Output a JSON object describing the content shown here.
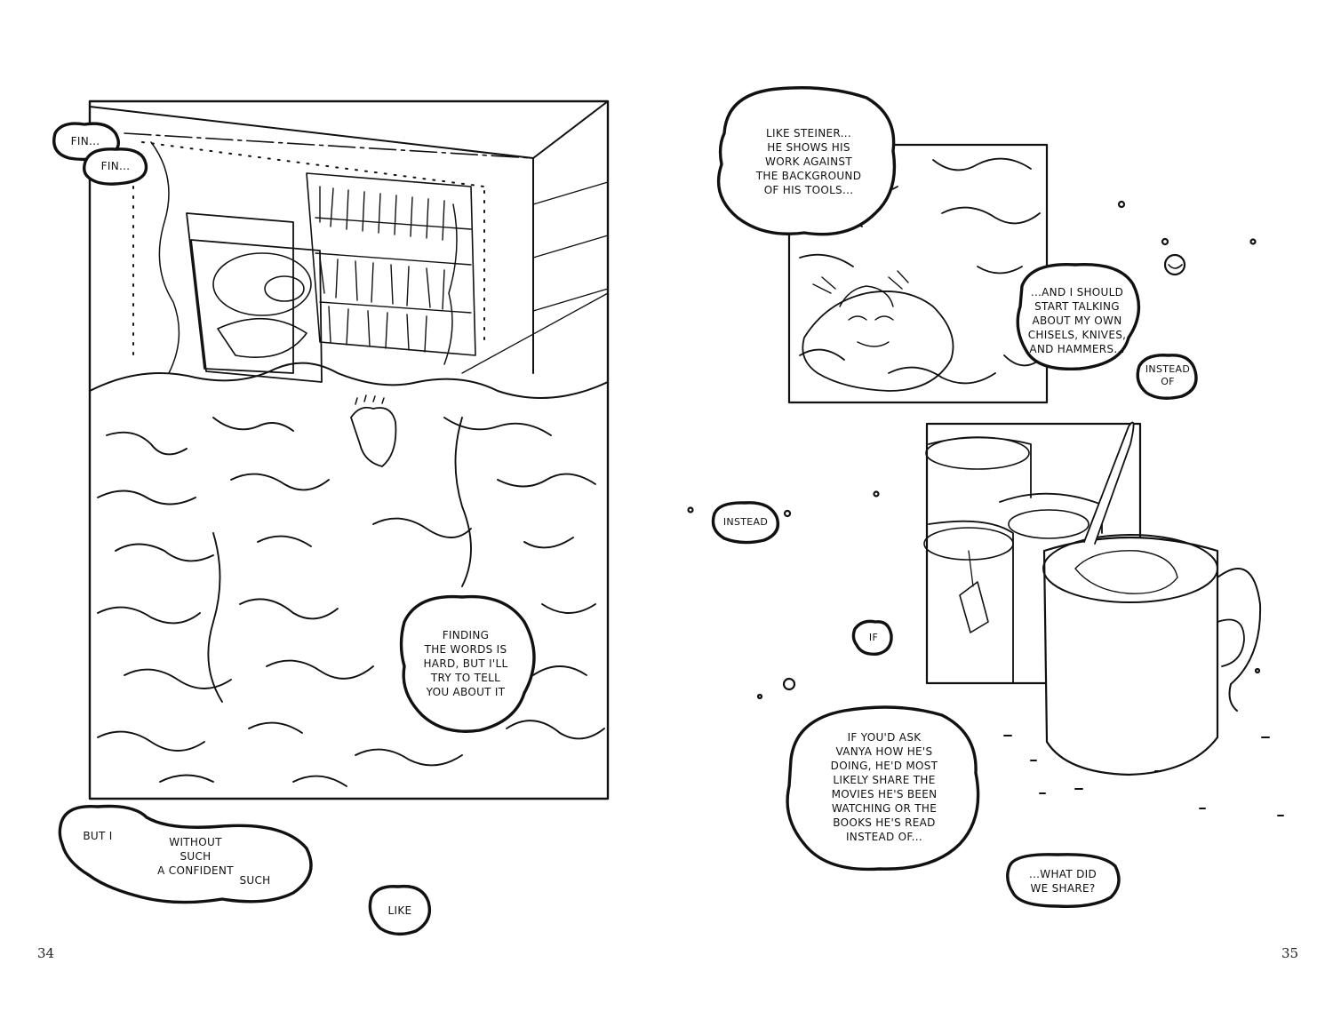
{
  "page_numbers": {
    "left": "34",
    "right": "35"
  },
  "left_page": {
    "bubbles": {
      "fin_1": "Fin...",
      "fin_2": "Fin...",
      "finding": "Finding\nthe words is\nhard, but I'll\ntry to tell\nyou about it",
      "but_i": "But I",
      "without_such": "Without such\na confident",
      "such": "Such",
      "like": "Like"
    }
  },
  "right_page": {
    "bubbles": {
      "steiner": "Like Steiner...\nHe shows his\nwork against\nthe background\nof his tools...",
      "chisels": "...and I should\nstart talking\nabout my own\nchisels, knives,\nand hammers...",
      "instead_of": "Instead\nof",
      "instead": "Instead",
      "if": "If",
      "vanya": "If you'd ask\nVanya how he's\ndoing, he'd most\nlikely share the\nmovies he's been\nwatching or the\nbooks he's read\ninstead of...",
      "what_share": "...what did\nwe share?"
    }
  }
}
